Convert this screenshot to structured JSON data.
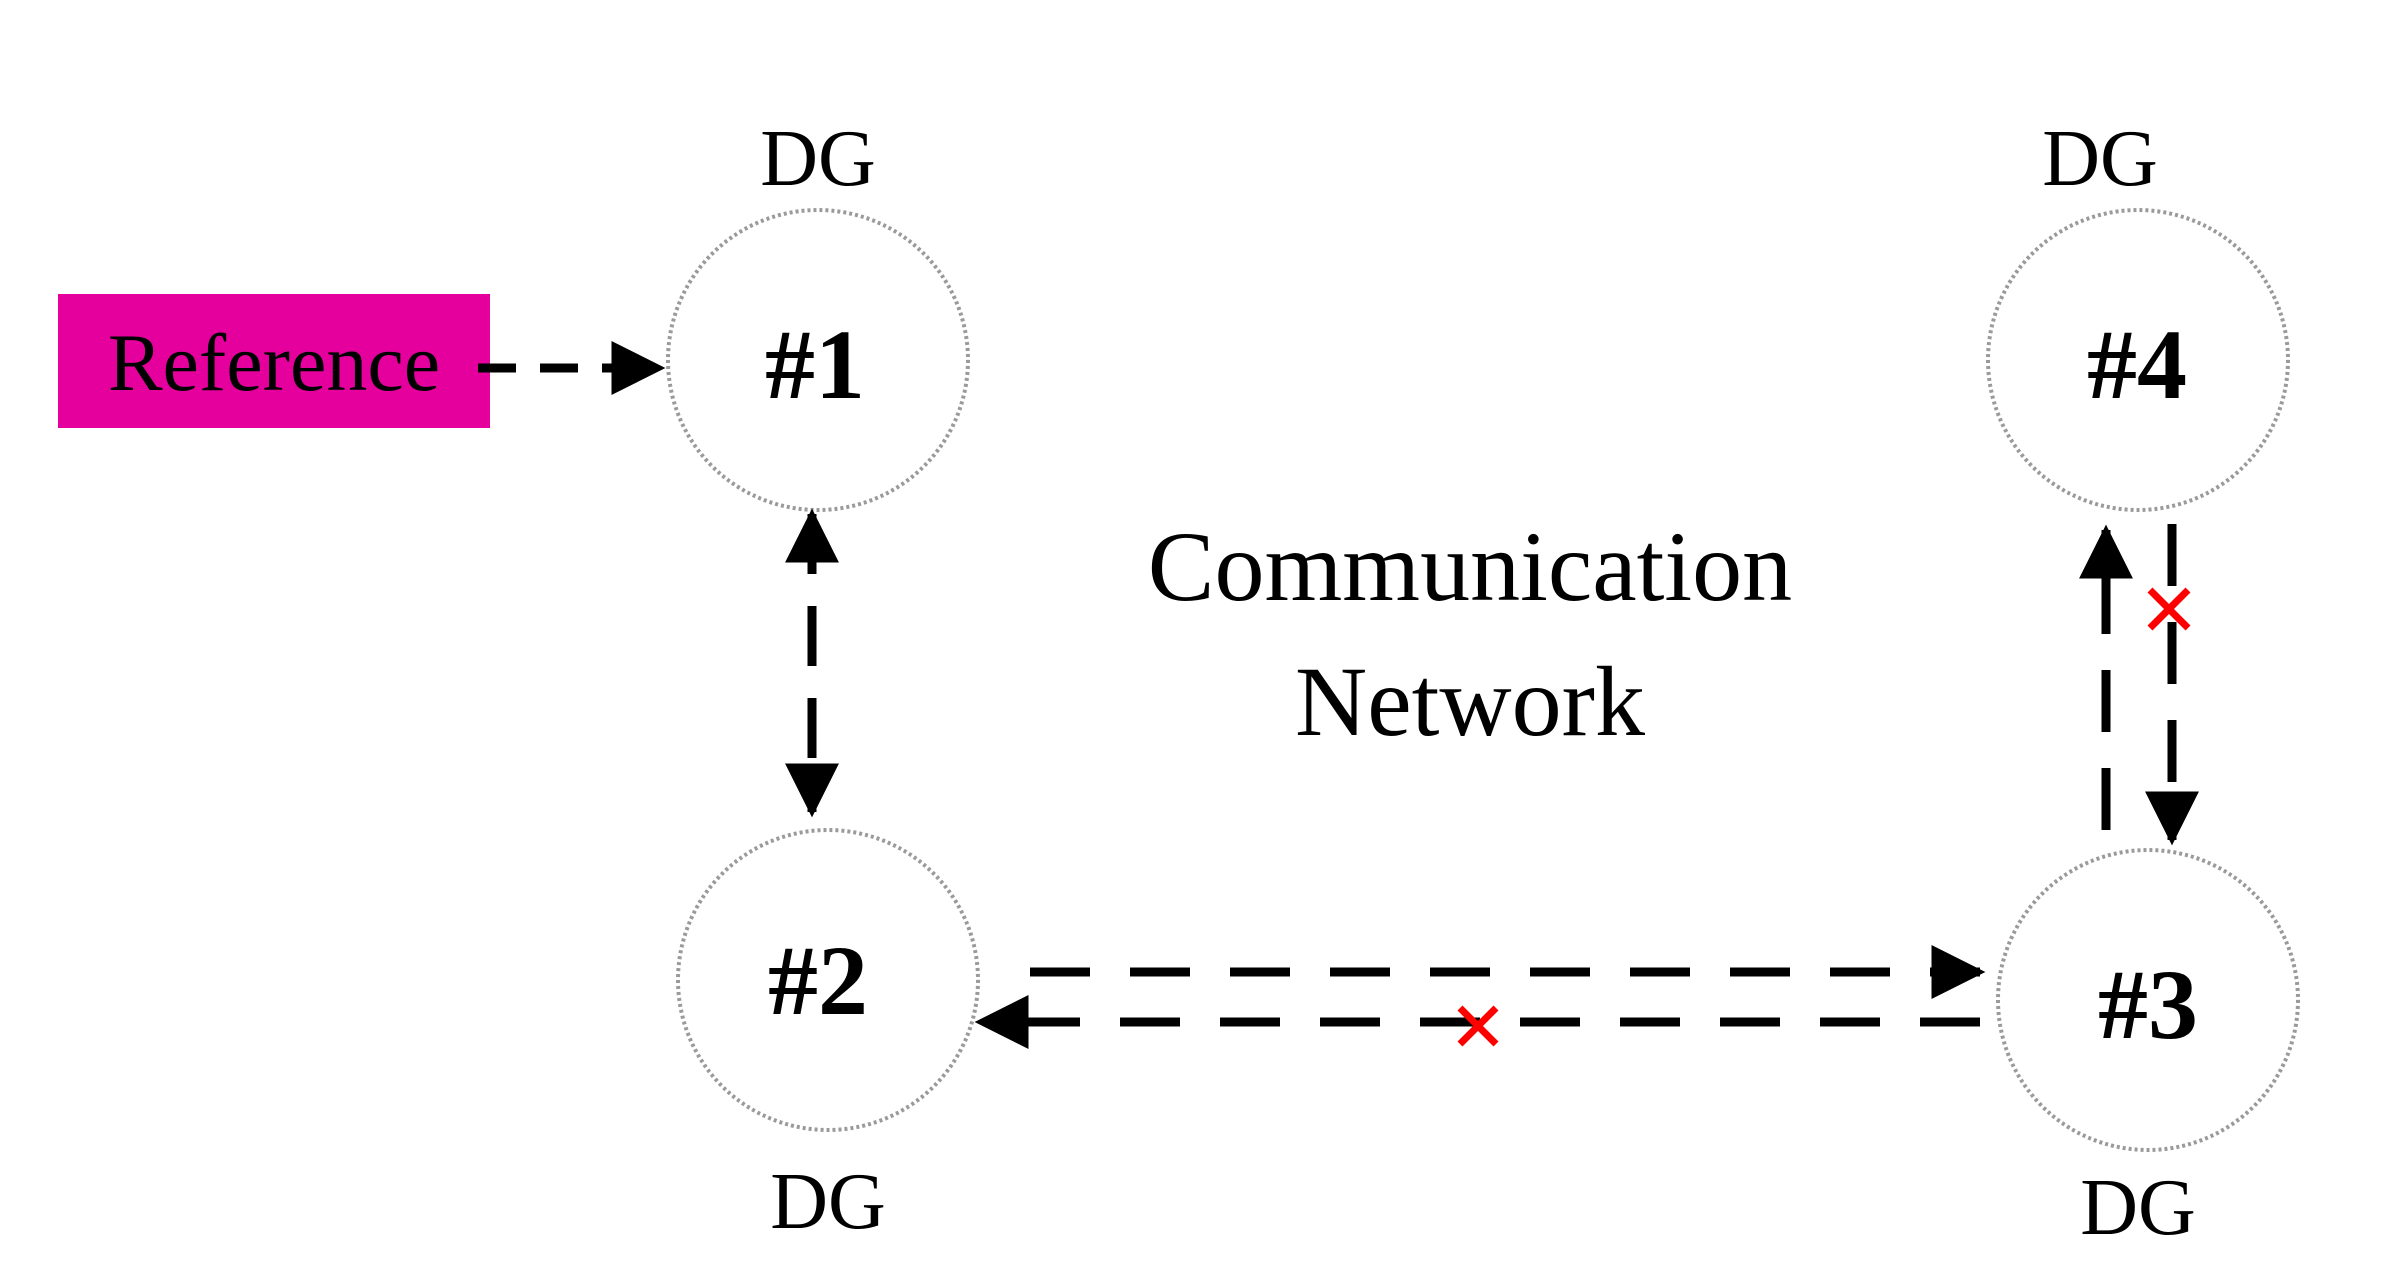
{
  "reference": {
    "label": "Reference",
    "color": "#e5009e"
  },
  "nodes": [
    {
      "id": "1",
      "label": "#1",
      "tag": "DG"
    },
    {
      "id": "2",
      "label": "#2",
      "tag": "DG"
    },
    {
      "id": "3",
      "label": "#3",
      "tag": "DG"
    },
    {
      "id": "4",
      "label": "#4",
      "tag": "DG"
    }
  ],
  "center_label": {
    "line1": "Communication",
    "line2": "Network"
  },
  "links": [
    {
      "from": "Reference",
      "to": "#1",
      "status": "active"
    },
    {
      "from": "#1",
      "to": "#2",
      "status": "active",
      "bidirectional": true
    },
    {
      "from": "#2",
      "to": "#3",
      "status": "active"
    },
    {
      "from": "#3",
      "to": "#2",
      "status": "failed"
    },
    {
      "from": "#3",
      "to": "#4",
      "status": "active"
    },
    {
      "from": "#4",
      "to": "#3",
      "status": "failed"
    }
  ],
  "colors": {
    "line": "#000000",
    "failure_mark": "#ff0000",
    "node_border": "#9a9a9a"
  }
}
